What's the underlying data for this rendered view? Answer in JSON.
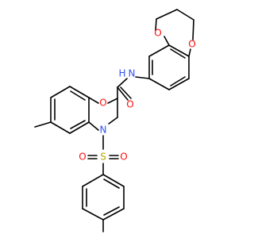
{
  "molecule": {
    "atoms": {
      "o_dioxane_top": {
        "text": "O",
        "color": "#ff0d0d"
      },
      "o_dioxane_bottom": {
        "text": "O",
        "color": "#ff0d0d"
      },
      "n_amide": {
        "text": "N",
        "color": "#3050f8"
      },
      "h_amide": {
        "text": "H",
        "color": "#3050f8"
      },
      "o_carbonyl": {
        "text": "O",
        "color": "#ff0d0d"
      },
      "o_oxazine": {
        "text": "O",
        "color": "#ff0d0d"
      },
      "n_oxazine": {
        "text": "N",
        "color": "#3050f8"
      },
      "s_sulfonyl": {
        "text": "S",
        "color": "#b8a700"
      },
      "o_sulfonyl_left": {
        "text": "O",
        "color": "#ff0d0d"
      },
      "o_sulfonyl_right": {
        "text": "O",
        "color": "#ff0d0d"
      }
    }
  }
}
